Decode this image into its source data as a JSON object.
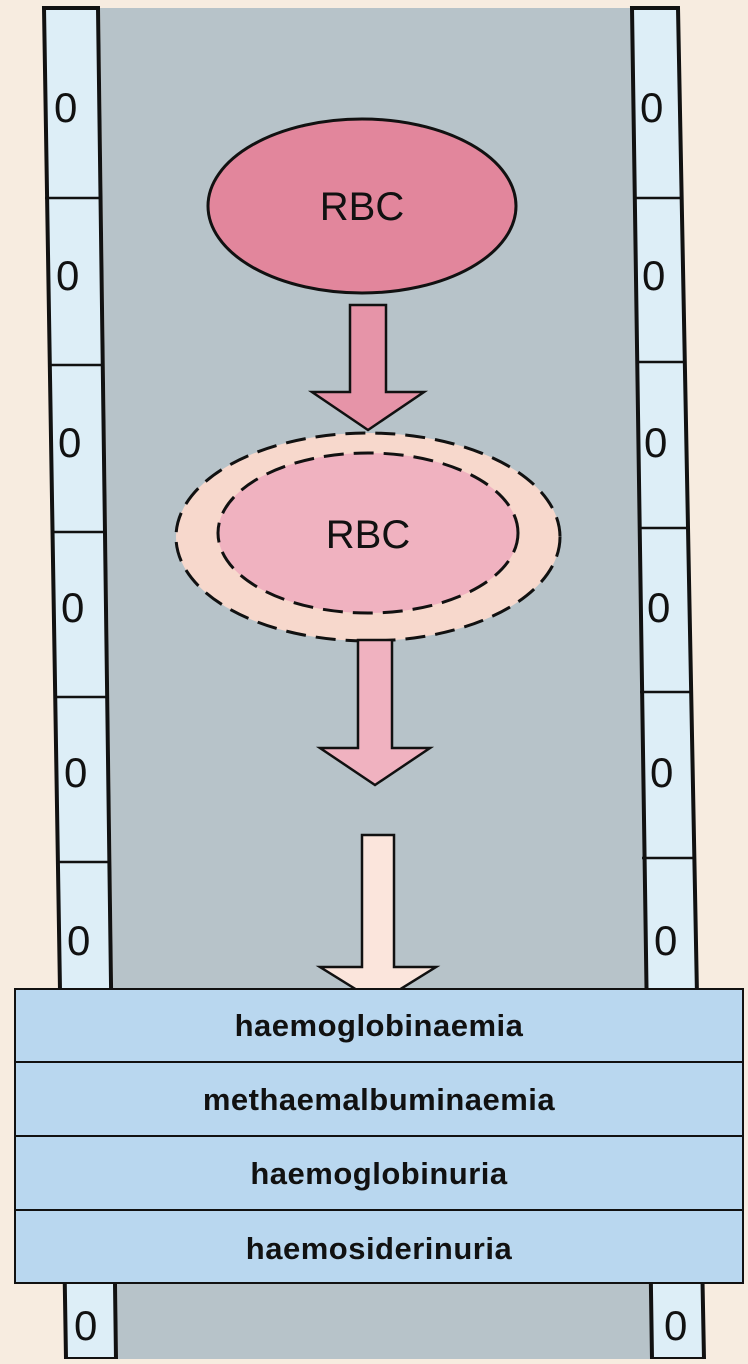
{
  "diagram": {
    "rbc_label_1": "RBC",
    "rbc_label_2": "RBC",
    "wall_marker": "0",
    "outcomes": [
      "haemoglobinaemia",
      "methaemalbuminaemia",
      "haemoglobinuria",
      "haemosiderinuria"
    ]
  },
  "colors": {
    "background": "#f7ece0",
    "lumen": "#b7c3c9",
    "wall_cell": "#ddeef7",
    "rbc_intact": "#e2869c",
    "rbc_lysing": "#f0b2c0",
    "halo": "#f7d8cc",
    "results_fill": "#b9d7ef"
  }
}
